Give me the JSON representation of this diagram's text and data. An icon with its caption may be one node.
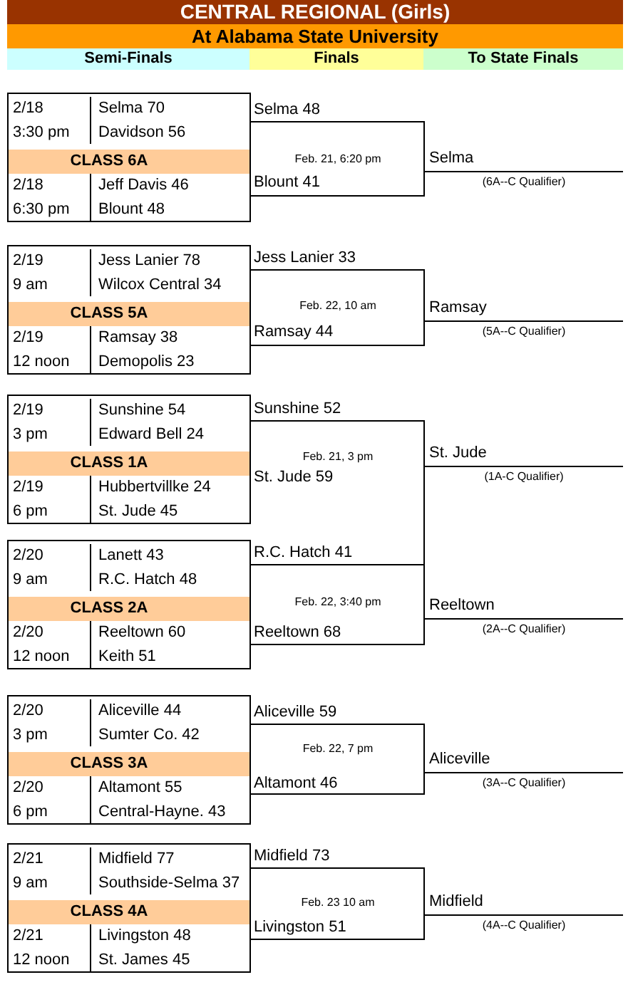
{
  "diagram": {
    "title": "CENTRAL REGIONAL (Girls)",
    "nodes": [
      {
        "text": [
          "At Alabama State University"
        ]
      },
      {
        "text": [
          "Semi-Finals"
        ]
      },
      {
        "text": [
          "Finals"
        ]
      },
      {
        "text": [
          "To State Finals"
        ]
      },
      {
        "text": [],
        "shape": "box"
      },
      {
        "text": [
          "2/18",
          "3:30 pm",
          "Selma 70",
          "Davidson 56"
        ],
        "in": 4
      },
      {
        "text": [
          "CLASS 6A"
        ],
        "in": 4
      },
      {
        "text": [
          "2/18",
          "6:30 pm",
          "Jeff Davis 46",
          "Blount 48"
        ],
        "in": 4
      },
      {
        "text": [
          "Selma 48",
          "Feb. 21, 6:20 pm",
          "Blount 41"
        ]
      },
      {
        "text": [
          "Selma",
          "(6A--C Qualifier)"
        ]
      },
      {
        "text": [],
        "shape": "box"
      },
      {
        "text": [
          "2/19",
          "9 am",
          "Jess Lanier 78",
          "Wilcox Central 34"
        ],
        "in": 10
      },
      {
        "text": [
          "CLASS 5A"
        ],
        "in": 10
      },
      {
        "text": [
          "2/19",
          "12 noon",
          "Ramsay 38",
          "Demopolis 23"
        ],
        "in": 10
      },
      {
        "text": [
          "Jess Lanier 33",
          "Feb. 22, 10 am",
          "Ramsay 44"
        ]
      },
      {
        "text": [
          "Ramsay",
          "(5A--C Qualifier)"
        ]
      },
      {
        "text": [],
        "shape": "box"
      },
      {
        "text": [
          "2/19",
          "3 pm",
          "Sunshine 54",
          "Edward Bell 24"
        ],
        "in": 16
      },
      {
        "text": [
          "CLASS 1A"
        ],
        "in": 16
      },
      {
        "text": [
          "2/19",
          "6 pm",
          "Hubbertvillke 24",
          "St. Jude 45"
        ],
        "in": 16
      },
      {
        "text": [
          "Sunshine 52",
          "Feb. 21, 3 pm",
          "St. Jude 59"
        ]
      },
      {
        "text": [
          "St. Jude",
          "(1A-C Qualifier)"
        ]
      },
      {
        "text": [],
        "shape": "box"
      },
      {
        "text": [
          "2/20",
          "9 am",
          "Lanett 43",
          "R.C. Hatch 48"
        ],
        "in": 22
      },
      {
        "text": [
          "CLASS 2A"
        ],
        "in": 22
      },
      {
        "text": [
          "2/20",
          "12 noon",
          "Reeltown 60",
          "Keith 51"
        ],
        "in": 22
      },
      {
        "text": [
          "R.C. Hatch 41",
          "Feb. 22, 3:40 pm",
          "Reeltown 68"
        ]
      },
      {
        "text": [
          "Reeltown",
          "(2A--C Qualifier)"
        ]
      },
      {
        "text": [],
        "shape": "box"
      },
      {
        "text": [
          "2/20",
          "3 pm",
          "Aliceville 44",
          "Sumter Co. 42"
        ],
        "in": 28
      },
      {
        "text": [
          "CLASS 3A"
        ],
        "in": 28
      },
      {
        "text": [
          "2/20",
          "6 pm",
          "Altamont 55",
          "Central-Hayne. 43"
        ],
        "in": 28
      },
      {
        "text": [
          "Aliceville 59",
          "Feb. 22, 7 pm",
          "Altamont 46"
        ]
      },
      {
        "text": [
          "Aliceville",
          "(3A--C Qualifier)"
        ]
      },
      {
        "text": [],
        "shape": "box"
      },
      {
        "text": [
          "2/21",
          "9 am",
          "Midfield 77",
          "Southside-Selma 37"
        ],
        "in": 34
      },
      {
        "text": [
          "CLASS 4A"
        ],
        "in": 34
      },
      {
        "text": [
          "2/21",
          "12 noon",
          "Livingston 48",
          "St. James 45"
        ],
        "in": 34
      },
      {
        "text": [
          "Midfield 73",
          "Feb. 23 10 am",
          "Livingston 51"
        ]
      },
      {
        "text": [
          "Midfield",
          "(4A--C Qualifier)"
        ]
      }
    ]
  }
}
